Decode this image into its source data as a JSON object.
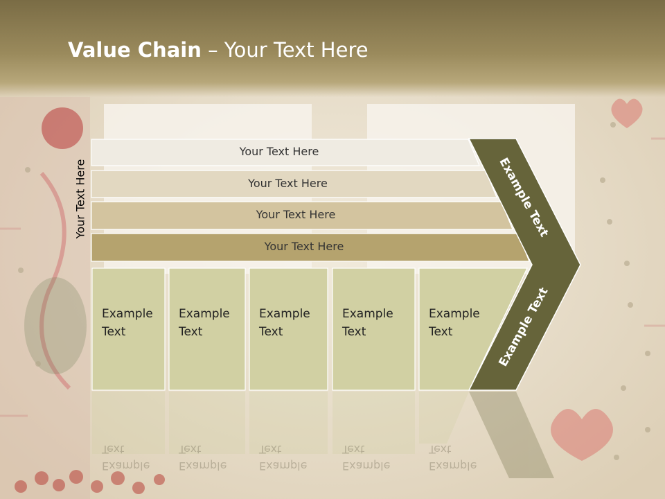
{
  "slide": {
    "title_bold": "Value Chain",
    "title_rest": " – Your Text Here",
    "side_label": "Your Text Here"
  },
  "rows": [
    {
      "label": "Your Text Here",
      "color": "#efebe2"
    },
    {
      "label": "Your Text Here",
      "color": "#e2d8c1"
    },
    {
      "label": "Your Text Here",
      "color": "#d3c49f"
    },
    {
      "label": "Your Text Here",
      "color": "#b5a36e"
    }
  ],
  "boxes": [
    {
      "line1": "Example",
      "line2": "Text"
    },
    {
      "line1": "Example",
      "line2": "Text"
    },
    {
      "line1": "Example",
      "line2": "Text"
    },
    {
      "line1": "Example",
      "line2": "Text"
    },
    {
      "line1": "Example",
      "line2": "Text"
    }
  ],
  "chevron": {
    "upper_label": "Example Text",
    "lower_label": "Example Text",
    "color": "#66643a"
  },
  "colors": {
    "box_fill": "#d1d0a3",
    "header": "#8f7f52"
  }
}
